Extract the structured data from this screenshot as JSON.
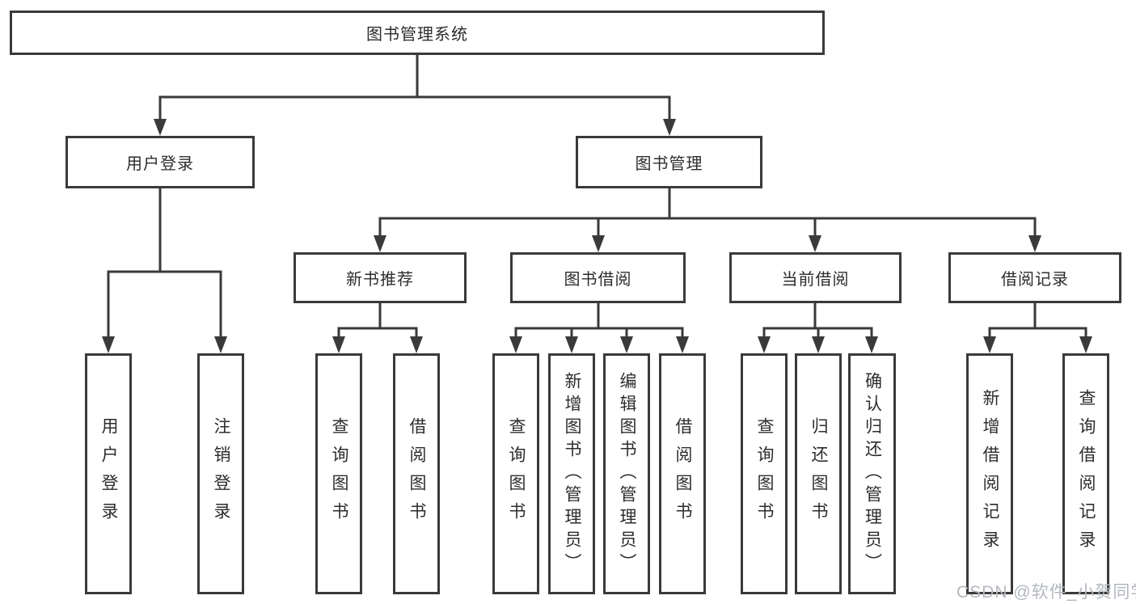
{
  "colors": {
    "background": "#ffffff",
    "box_border": "#3a3a3a",
    "connector_line": "#3a3a3a",
    "text": "#2d2d2d",
    "watermark_text": "#b3b8be"
  },
  "diagram": {
    "root": {
      "label": "图书管理系统"
    },
    "branches": [
      {
        "label": "用户登录",
        "leaves": [
          {
            "label": "用户登录"
          },
          {
            "label": "注销登录"
          }
        ]
      },
      {
        "label": "图书管理",
        "groups": [
          {
            "label": "新书推荐",
            "leaves": [
              {
                "label": "查询图书"
              },
              {
                "label": "借阅图书"
              }
            ]
          },
          {
            "label": "图书借阅",
            "leaves": [
              {
                "label": "查询图书"
              },
              {
                "label": "新增图书（管理员）"
              },
              {
                "label": "编辑图书（管理员）"
              },
              {
                "label": "借阅图书"
              }
            ]
          },
          {
            "label": "当前借阅",
            "leaves": [
              {
                "label": "查询图书"
              },
              {
                "label": "归还图书"
              },
              {
                "label": "确认归还（管理员）"
              }
            ]
          },
          {
            "label": "借阅记录",
            "leaves": [
              {
                "label": "新增借阅记录"
              },
              {
                "label": "查询借阅记录"
              }
            ]
          }
        ]
      }
    ]
  },
  "watermark": {
    "text": "CSDN @软件_小贺同学"
  }
}
